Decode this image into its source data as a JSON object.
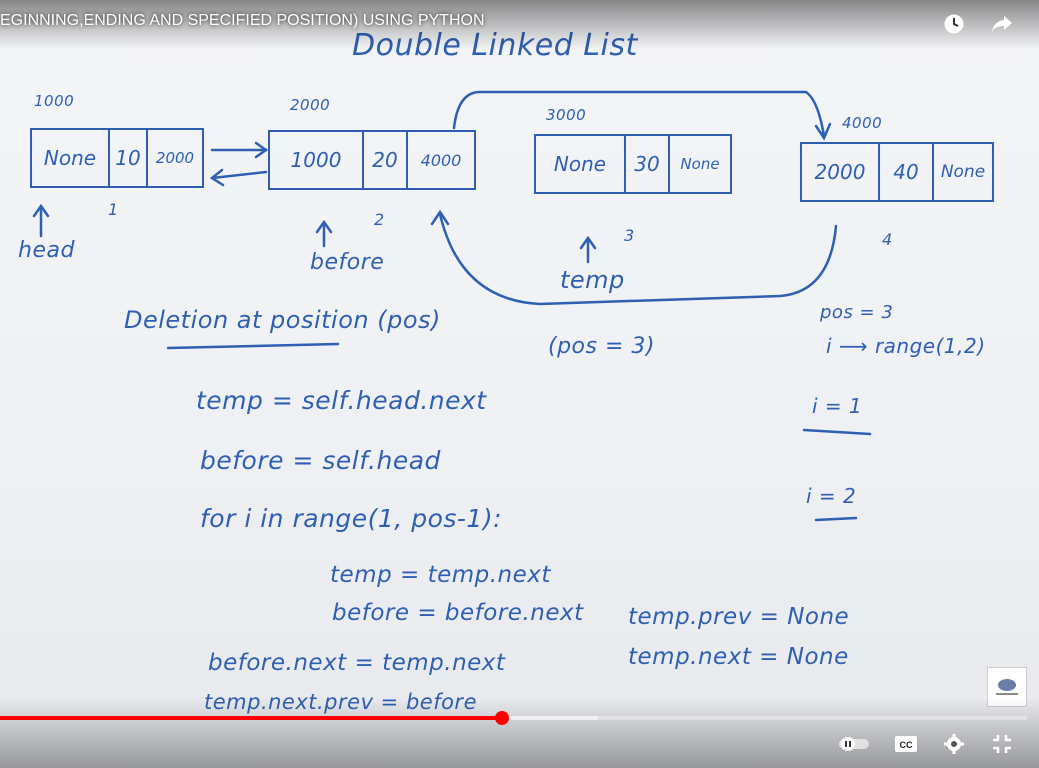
{
  "video": {
    "title": "EGINNING,ENDING AND SPECIFIED POSITION) USING PYTHON",
    "progress_fraction": 0.489,
    "buffer_fraction": 0.582
  },
  "board": {
    "heading": "Double Linked List",
    "nodes": [
      {
        "addr": "1000",
        "cells": [
          "None",
          "10",
          "2000"
        ],
        "index": "1"
      },
      {
        "addr": "2000",
        "cells": [
          "1000",
          "20",
          "4000"
        ],
        "index": "2"
      },
      {
        "addr": "3000",
        "cells": [
          "None",
          "30",
          "None"
        ],
        "index": "3"
      },
      {
        "addr": "4000",
        "cells": [
          "2000",
          "40",
          "None"
        ],
        "index": "4"
      }
    ],
    "pointer_labels": {
      "head": "head",
      "before": "before",
      "temp": "temp"
    },
    "section": "Deletion at position (pos)",
    "pos_note": "(pos = 3)",
    "side_notes": [
      "pos = 3",
      "i ⟶ range(1,2)",
      "i = 1",
      "i = 2"
    ],
    "code": [
      "temp = self.head.next",
      "before = self.head",
      "for i in range(1, pos-1):",
      "temp = temp.next",
      "before = before.next",
      "before.next = temp.next",
      "temp.next.prev = before"
    ],
    "code_right": [
      "temp.prev = None",
      "temp.next = None"
    ]
  },
  "controls": {
    "watch_later": "clock-icon",
    "share": "share-icon",
    "autoplay": "autoplay-toggle",
    "captions": "CC",
    "settings": "gear-icon",
    "fullscreen": "fullscreen-icon"
  }
}
